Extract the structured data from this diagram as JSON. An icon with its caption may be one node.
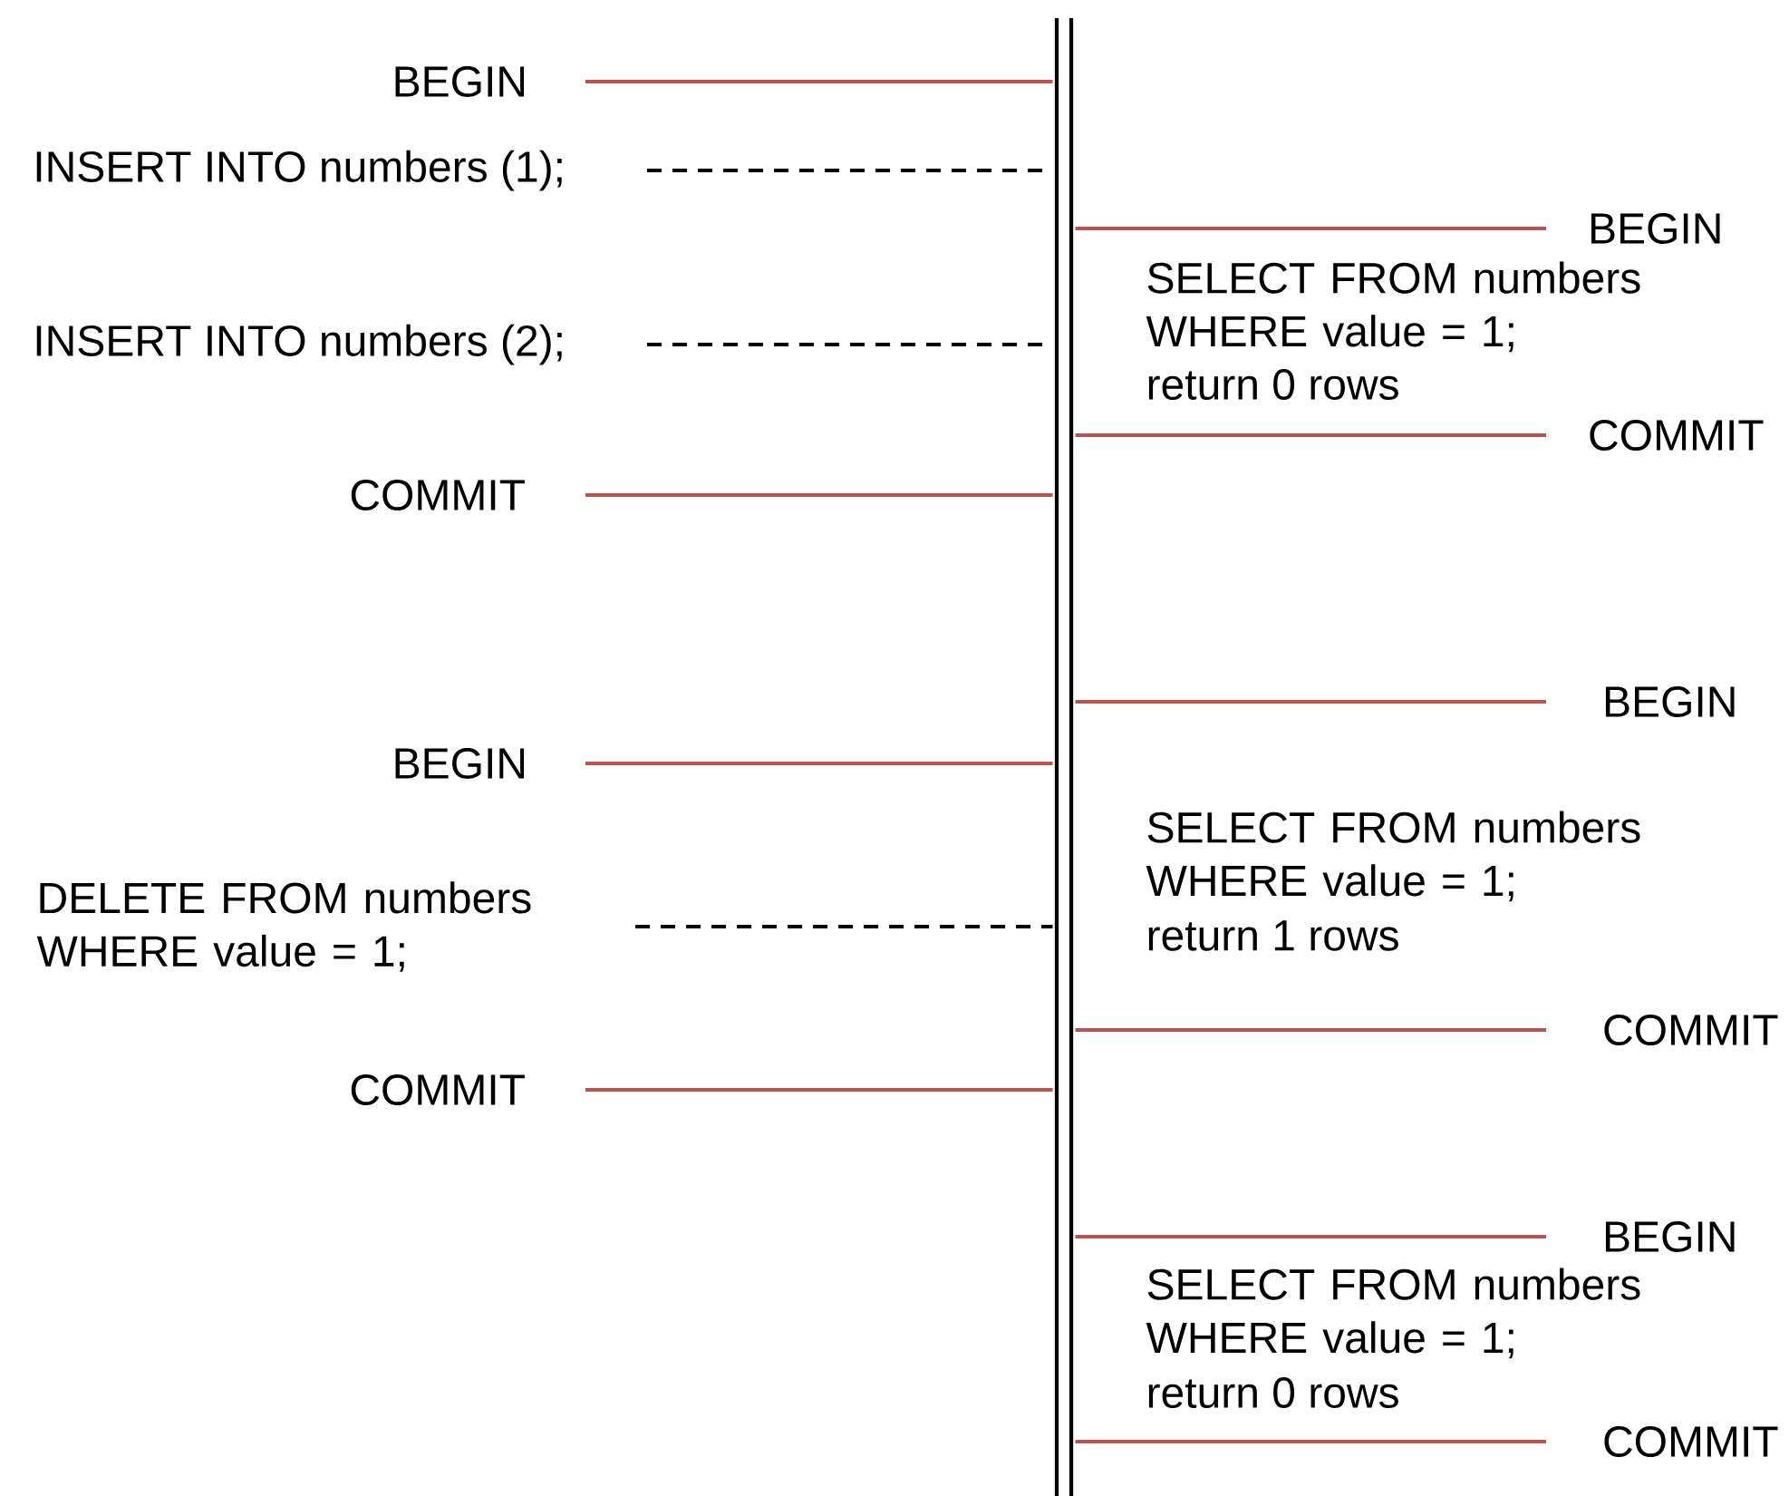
{
  "diagram": {
    "nodes": [
      {
        "text": [],
        "shape": "bar"
      },
      {
        "text": [
          "BEGIN"
        ]
      },
      {
        "text": [
          "INSERT INTO numbers (1);"
        ]
      },
      {
        "text": [
          "INSERT INTO numbers (2);"
        ]
      },
      {
        "text": [
          "COMMIT"
        ]
      },
      {
        "text": [
          "BEGIN"
        ]
      },
      {
        "text": [
          "DELETE FROM numbers WHERE value = 1;"
        ]
      },
      {
        "text": [
          "COMMIT"
        ]
      },
      {
        "text": [
          "BEGIN"
        ]
      },
      {
        "text": [
          "COMMIT"
        ]
      },
      {
        "text": [
          "BEGIN"
        ]
      },
      {
        "text": [
          "COMMIT"
        ]
      },
      {
        "text": [
          "BEGIN"
        ]
      },
      {
        "text": [
          "COMMIT"
        ]
      }
    ],
    "edges": [
      {
        "from": 1,
        "to": 0,
        "arrow": "none"
      },
      {
        "from": 2,
        "to": 0,
        "arrow": "none",
        "style": "dashed",
        "color": "#000000"
      },
      {
        "from": 3,
        "to": 0,
        "arrow": "none",
        "style": "dashed",
        "color": "#000000"
      },
      {
        "from": 4,
        "to": 0,
        "arrow": "none"
      },
      {
        "from": 5,
        "to": 0,
        "arrow": "none"
      },
      {
        "from": 6,
        "to": 0,
        "arrow": "none",
        "style": "dashed",
        "color": "#000000"
      },
      {
        "from": 7,
        "to": 0,
        "arrow": "none"
      },
      {
        "from": 8,
        "to": 0,
        "arrow": "none"
      },
      {
        "from": 9,
        "to": 0,
        "arrow": "none"
      },
      {
        "from": 10,
        "to": 0,
        "arrow": "none"
      },
      {
        "from": 11,
        "to": 0,
        "arrow": "none"
      },
      {
        "from": 12,
        "to": 0,
        "arrow": "none"
      },
      {
        "from": 13,
        "to": 0,
        "arrow": "none"
      }
    ],
    "labels": [
      "SELECT FROM numbers WHERE value = 1;",
      "return 0 rows",
      "SELECT FROM numbers WHERE value = 1;",
      "return 1 rows",
      "SELECT FROM numbers WHERE value = 1;",
      "return 0 rows"
    ]
  }
}
